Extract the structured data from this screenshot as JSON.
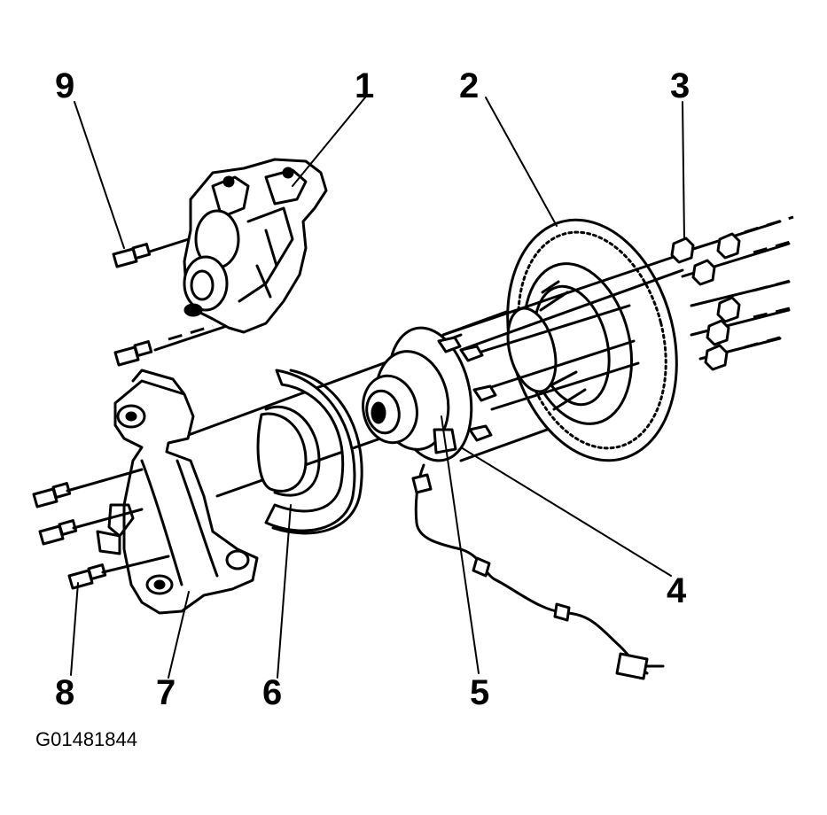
{
  "callouts": {
    "c1": "1",
    "c2": "2",
    "c3": "3",
    "c4": "4",
    "c5": "5",
    "c6": "6",
    "c7": "7",
    "c8": "8",
    "c9": "9"
  },
  "figure_id": "G01481844"
}
